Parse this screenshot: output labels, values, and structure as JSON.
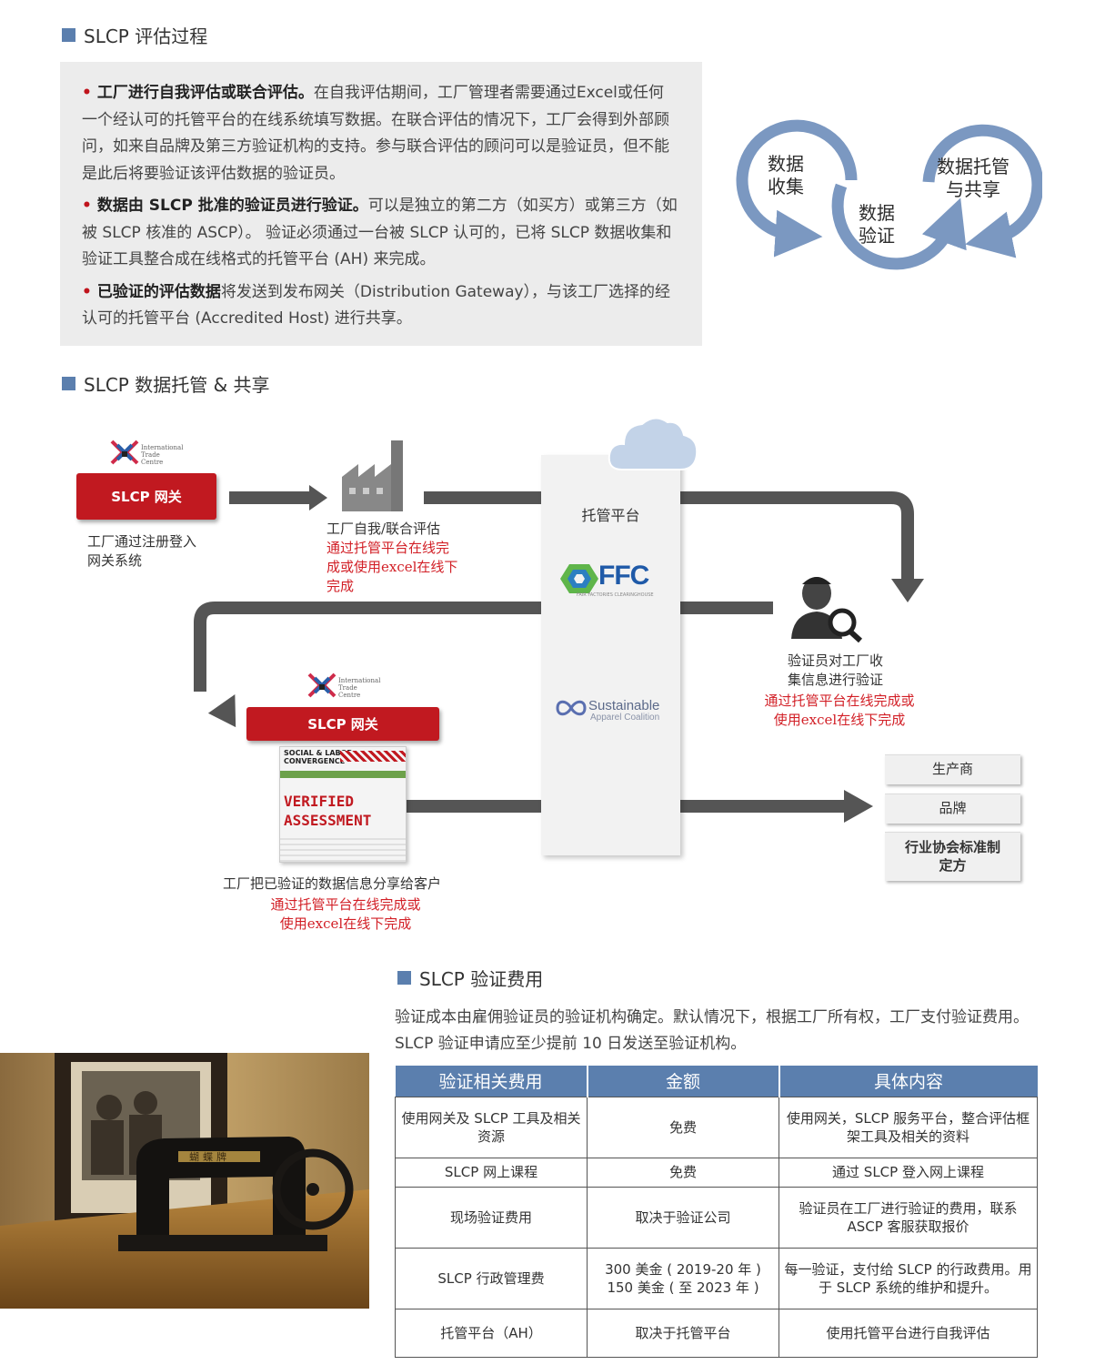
{
  "section1": {
    "title": "SLCP 评估过程",
    "bullets": [
      {
        "strong": "工厂进行自我评估或联合评估。",
        "text": "在自我评估期间，工厂管理者需要通过Excel或任何一个经认可的托管平台的在线系统填写数据。在联合评估的情况下，工厂会得到外部顾问，如来自品牌及第三方验证机构的支持。参与联合评估的顾问可以是验证员，但不能是此后将要验证该评估数据的验证员。"
      },
      {
        "strong": "数据由 SLCP 批准的验证员进行验证。",
        "text": "可以是独立的第二方（如买方）或第三方（如被 SLCP 核准的 ASCP）。 验证必须通过一台被 SLCP 认可的，已将 SLCP 数据收集和验证工具整合成在线格式的托管平台 (AH) 来完成。"
      },
      {
        "strong": "已验证的评估数据",
        "text": "将发送到发布网关（Distribution Gateway），与该工厂选择的经认可的托管平台 (Accredited Host) 进行共享。"
      }
    ],
    "cycle": {
      "step1": "数据\n收集",
      "step2": "数据\n验证",
      "step3": "数据托管\n与共享",
      "color": "#7b98c1"
    }
  },
  "section2": {
    "title": "SLCP 数据托管 & 共享",
    "itc_logo_text": "International\nTrade\nCentre",
    "gateway_label": "SLCP 网关",
    "gateway_caption": "工厂通过注册登入\n网关系统",
    "factory_caption": "工厂自我/联合评估",
    "factory_caption_red": "通过托管平台在线完\n成或使用excel在线下\n完成",
    "host_title": "托管平台",
    "ffc_text": "FFC",
    "ffc_sub": "FAIR FACTORIES CLEARINGHOUSE",
    "sac_name": "Sustainable",
    "sac_sub": "Apparel Coalition",
    "verifier_caption": "验证员对工厂收\n集信息进行验证",
    "verifier_caption_red": "通过托管平台在线完成或\n使用excel在线下完成",
    "gateway2_label": "SLCP 网关",
    "doc_header": "SOCIAL & LABOR\nCONVERGENCE",
    "doc_stamp1": "VERIFIED",
    "doc_stamp2": "ASSESSMENT",
    "share_caption": "工厂把已验证的数据信息分享给客户",
    "share_caption_red": "通过托管平台在线完成或\n使用excel在线下完成",
    "recipients": [
      "生产商",
      "品牌",
      "行业协会标准制\n定方"
    ],
    "accent_red": "#c11920",
    "arrow_gray": "#555555"
  },
  "section3": {
    "title": "SLCP 验证费用",
    "intro": "验证成本由雇佣验证员的验证机构确定。默认情况下，根据工厂所有权，工厂支付验证费用。SLCP 验证申请应至少提前 10 日发送至验证机构。",
    "table": {
      "headers": [
        "验证相关费用",
        "金额",
        "具体内容"
      ],
      "rows": [
        [
          "使用网关及 SLCP 工具及相关资源",
          "免费",
          "使用网关，SLCP 服务平台，整合评估框架工具及相关的资料"
        ],
        [
          "SLCP 网上课程",
          "免费",
          "通过 SLCP 登入网上课程"
        ],
        [
          "现场验证费用",
          "取决于验证公司",
          "验证员在工厂进行验证的费用，联系 ASCP 客服获取报价"
        ],
        [
          "SLCP 行政管理费",
          "300 美金 ( 2019-20 年 )\n150 美金 ( 至 2023 年 )",
          "每一验证，支付给 SLCP 的行政费用。用于 SLCP 系统的维护和提升。"
        ],
        [
          "托管平台（AH）",
          "取决于托管平台",
          "使用托管平台进行自我评估"
        ]
      ],
      "header_color": "#5b7fae"
    },
    "photo_text": "蝴蝶牌"
  }
}
